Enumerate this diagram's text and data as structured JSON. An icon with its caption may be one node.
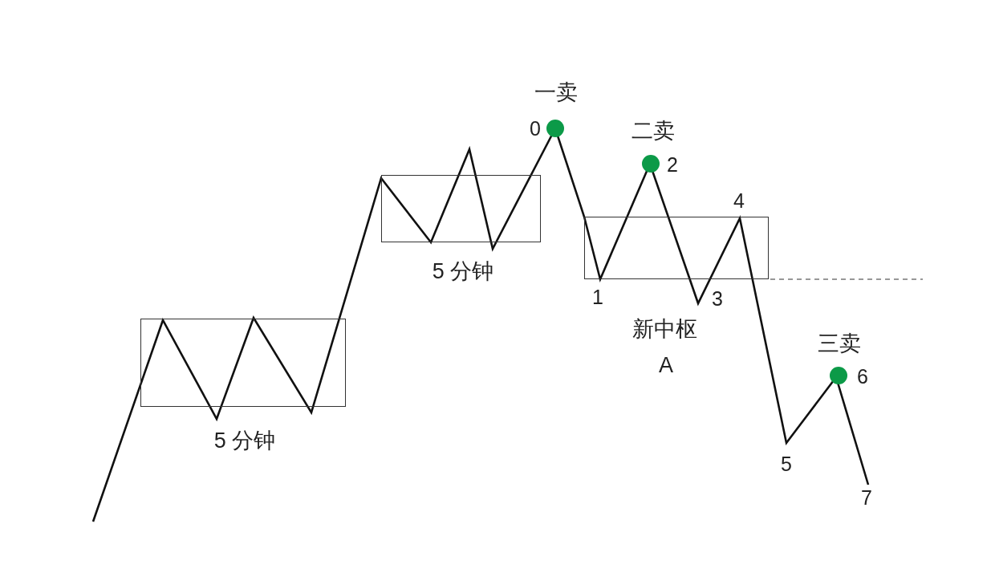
{
  "diagram": {
    "nodes": [
      {
        "text": [
          "5 分钟"
        ]
      },
      {
        "text": [
          "5 分钟"
        ]
      },
      {
        "text": [],
        "shape": "circle",
        "beside": [
          "一卖",
          "0"
        ]
      },
      {
        "text": [
          "新中枢",
          "A"
        ]
      },
      {
        "text": [],
        "shape": "circle",
        "beside": [
          "二卖",
          "2"
        ]
      },
      {
        "text": [],
        "shape": "circle",
        "beside": [
          "三卖",
          "6"
        ]
      }
    ],
    "labels": [
      "1",
      "3",
      "4",
      "5",
      "7"
    ]
  }
}
